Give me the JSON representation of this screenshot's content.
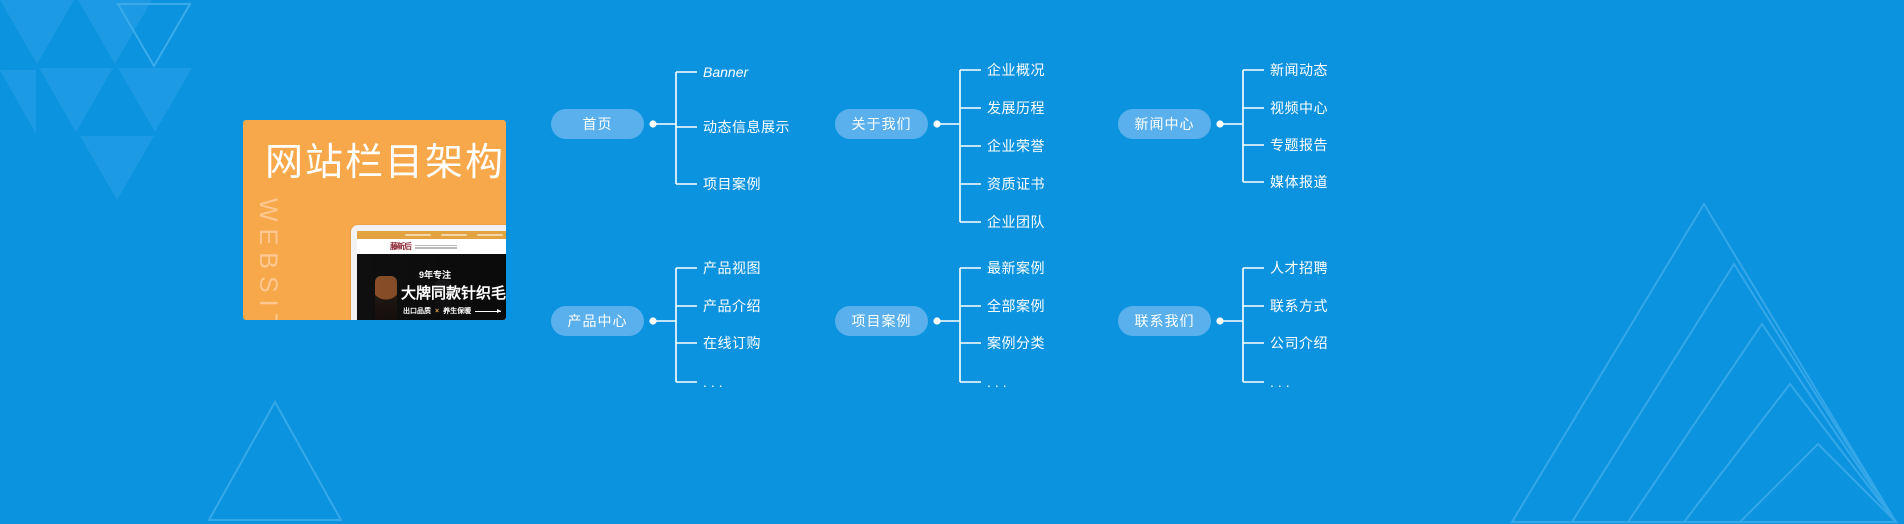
{
  "theme": {
    "background": "#0b93e0",
    "card_bg": "#f7a84b",
    "pill_bg": "#59b0ec",
    "text": "#ffffff",
    "card_sub_color": "#ffc890"
  },
  "card": {
    "title": "网站栏目架构",
    "subtitle": "WEBSITE",
    "mockup": {
      "logo": "藤新后",
      "hero_line1": "9年专注",
      "hero_line2": "大牌同款针织毛",
      "hero_tag_left": "出口品质",
      "hero_tag_x": "×",
      "hero_tag_right": "养生保暖"
    }
  },
  "tree": {
    "rows": [
      {
        "id": "row-top",
        "branches": [
          {
            "id": "branch-home",
            "pill": "首页",
            "leaves": [
              "Banner",
              "动态信息展示",
              "项目案例"
            ]
          },
          {
            "id": "branch-about",
            "pill": "关于我们",
            "leaves": [
              "企业概况",
              "发展历程",
              "企业荣誉",
              "资质证书",
              "企业团队"
            ]
          },
          {
            "id": "branch-news",
            "pill": "新闻中心",
            "leaves": [
              "新闻动态",
              "视频中心",
              "专题报告",
              "媒体报道"
            ]
          }
        ]
      },
      {
        "id": "row-bottom",
        "branches": [
          {
            "id": "branch-products",
            "pill": "产品中心",
            "leaves": [
              "产品视图",
              "产品介绍",
              "在线订购",
              "..."
            ]
          },
          {
            "id": "branch-cases",
            "pill": "项目案例",
            "leaves": [
              "最新案例",
              "全部案例",
              "案例分类",
              "..."
            ]
          },
          {
            "id": "branch-contact",
            "pill": "联系我们",
            "leaves": [
              "人才招聘",
              "联系方式",
              "公司介绍",
              "..."
            ]
          }
        ]
      }
    ]
  }
}
